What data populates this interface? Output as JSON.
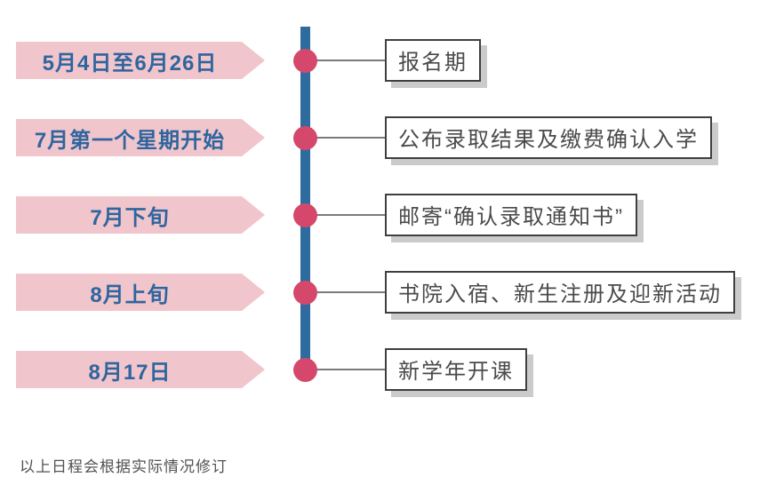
{
  "theme": {
    "line": "#2e6b9e",
    "dot": "#d5486b",
    "arrow-bg": "#f1c5cc",
    "arrow-text": "#2f659e",
    "box-border": "#3f3f3f",
    "box-text": "#4a4a4a",
    "box-shadow": "#cbcbcb",
    "connector": "#7a7a7a",
    "footnote": "#525252"
  },
  "timeline": {
    "rows": [
      {
        "date": "5月4日至6月26日",
        "event": "报名期"
      },
      {
        "date": "7月第一个星期开始",
        "event": "公布录取结果及缴费确认入学"
      },
      {
        "date": "7月下旬",
        "event": "邮寄“确认录取通知书”"
      },
      {
        "date": "8月上旬",
        "event": "书院入宿、新生注册及迎新活动"
      },
      {
        "date": "8月17日",
        "event": "新学年开课"
      }
    ],
    "footnote": "以上日程会根据实际情况修订"
  }
}
